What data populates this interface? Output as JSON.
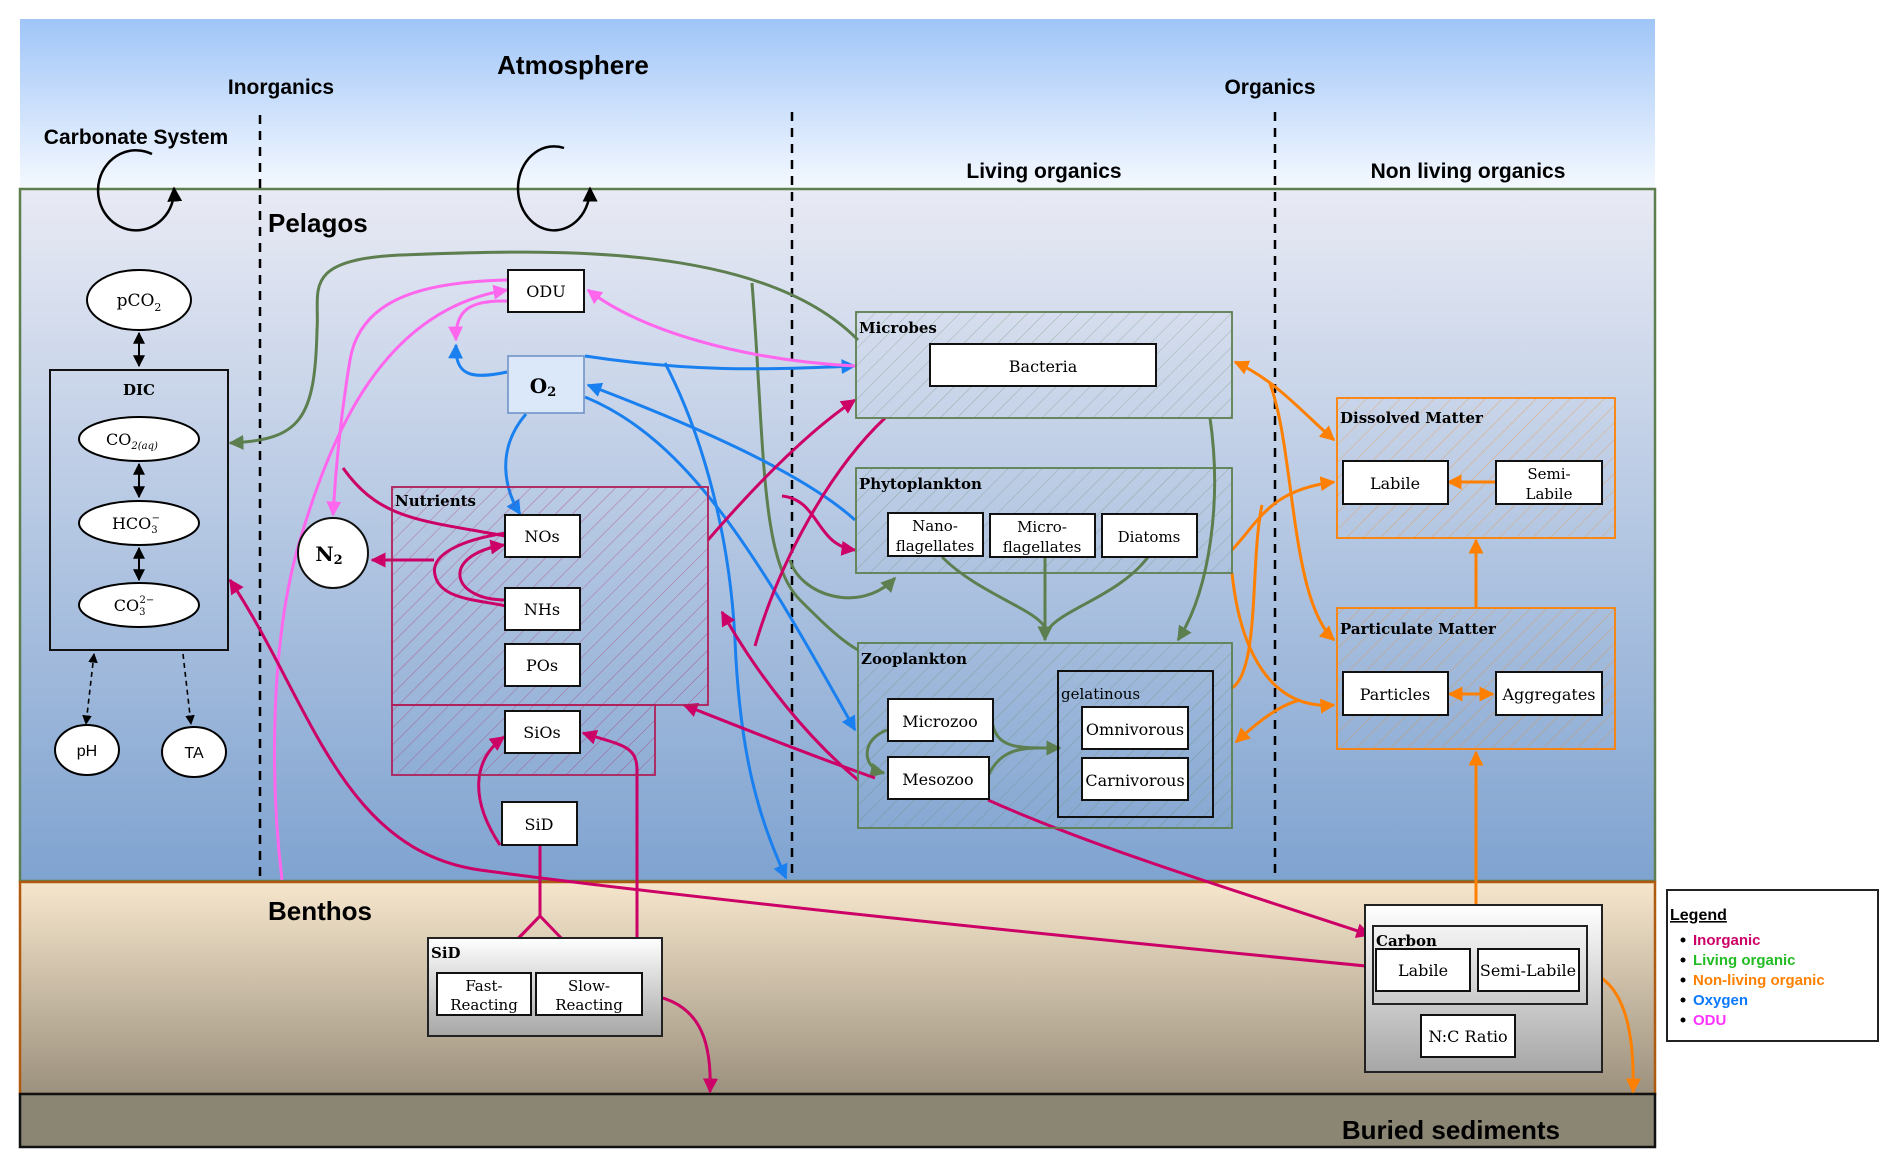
{
  "header": {
    "atmosphere": "Atmosphere",
    "inorganics": "Inorganics",
    "organics": "Organics",
    "carbonate_system": "Carbonate System",
    "living_organics": "Living organics",
    "non_living_organics": "Non living organics"
  },
  "zones": {
    "pelagos": "Pelagos",
    "benthos": "Benthos",
    "buried": "Buried sediments"
  },
  "carbonate": {
    "pco2": "pCO",
    "pco2_sub": "2",
    "dic_title": "DIC",
    "co2aq": "CO",
    "co2aq_sub": "2(aq)",
    "hco3": "HCO",
    "hco3_sub": "3",
    "hco3_sup": "−",
    "co3": "CO",
    "co3_sub": "3",
    "co3_sup": "2−",
    "ph": "pH",
    "ta": "TA"
  },
  "inorganic": {
    "odu": "ODU",
    "o2": "O",
    "o2_sub": "2",
    "n2": "N",
    "n2_sub": "2",
    "nutrients_title": "Nutrients",
    "nos": "NOs",
    "nhs": "NHs",
    "pos": "POs",
    "sios": "SiOs",
    "sid": "SiD"
  },
  "living": {
    "microbes_title": "Microbes",
    "bacteria": "Bacteria",
    "phyto_title": "Phytoplankton",
    "nano_1": "Nano-",
    "nano_2": "flagellates",
    "micro_1": "Micro-",
    "micro_2": "flagellates",
    "diatoms": "Diatoms",
    "zoo_title": "Zooplankton",
    "microzoo": "Microzoo",
    "mesozoo": "Mesozoo",
    "gelatinous_title": "gelatinous",
    "omnivorous": "Omnivorous",
    "carnivorous": "Carnivorous"
  },
  "nonliving": {
    "dissolved_title": "Dissolved Matter",
    "labile": "Labile",
    "semi_1": "Semi-",
    "semi_2": "Labile",
    "particulate_title": "Particulate Matter",
    "particles": "Particles",
    "aggregates": "Aggregates"
  },
  "benthic": {
    "sid_title": "SiD",
    "fast_1": "Fast-",
    "fast_2": "Reacting",
    "slow_1": "Slow-",
    "slow_2": "Reacting",
    "carbon_title": "Carbon",
    "labile": "Labile",
    "semi_labile": "Semi-Labile",
    "nc_ratio": "N:C Ratio"
  },
  "legend": {
    "title": "Legend",
    "items": [
      {
        "label": "Inorganic",
        "color": "#cc0066"
      },
      {
        "label": "Living organic",
        "color": "#22bb22"
      },
      {
        "label": "Non-living organic",
        "color": "#ff8000"
      },
      {
        "label": "Oxygen",
        "color": "#0a7aff"
      },
      {
        "label": "ODU",
        "color": "#ff33ff"
      }
    ]
  },
  "colors": {
    "inorganic": "#cc0066",
    "living": "#5d7f4f",
    "nonliving": "#ff8000",
    "oxygen": "#1a80f0",
    "odu": "#ff66ee"
  }
}
